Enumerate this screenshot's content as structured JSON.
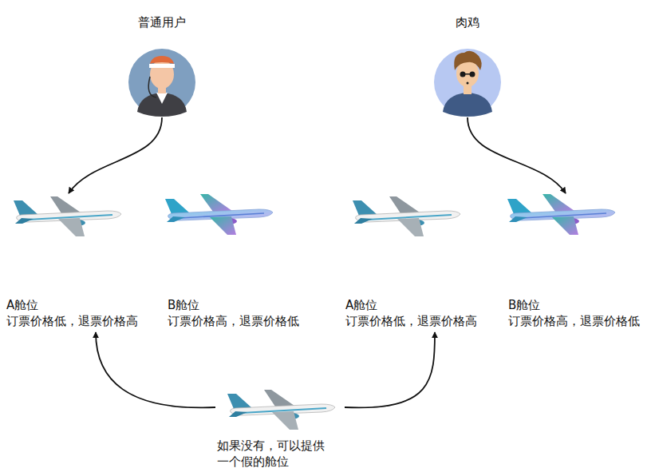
{
  "diagram": {
    "nodes": [
      {
        "text": [
          "普通用户"
        ]
      },
      {
        "text": [
          "肉鸡"
        ]
      },
      {
        "text": [
          "A舱位",
          "订票价格低，退票价格高"
        ]
      },
      {
        "text": [
          "B舱位",
          "订票价格高，退票价格低"
        ]
      },
      {
        "text": [
          "A舱位",
          "订票价格低，退票价格高"
        ]
      },
      {
        "text": [
          "B舱位",
          "订票价格高，退票价格低"
        ]
      },
      {
        "text": [
          "如果没有，可以提供 一个假的舱位"
        ]
      }
    ],
    "edges": [
      {
        "from": 0,
        "to": 2,
        "arrow": "to"
      },
      {
        "from": 1,
        "to": 5,
        "arrow": "to"
      },
      {
        "from": 6,
        "to": 2,
        "arrow": "to"
      },
      {
        "from": 6,
        "to": 4,
        "arrow": "to"
      }
    ]
  }
}
